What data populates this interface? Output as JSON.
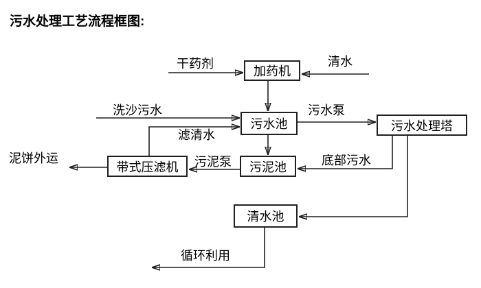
{
  "title": "污水处理工艺流程框图:",
  "nodes": {
    "dosing_machine": "加药机",
    "sewage_pool": "污水池",
    "treatment_tower": "污水处理塔",
    "sludge_pool": "污泥池",
    "belt_filter_press": "带式压滤机",
    "clean_water_pool": "清水池"
  },
  "flow_labels": {
    "dry_agent": "干药剂",
    "clean_water": "清水",
    "sand_wash_sewage": "洗沙污水",
    "sewage_pump": "污水泵",
    "filtered_water": "滤清水",
    "sludge_pump": "污泥泵",
    "bottom_sewage": "底部污水",
    "mud_cake_out": "泥饼外运",
    "recycle": "循环利用"
  },
  "edges": [
    {
      "from": "干药剂",
      "to": "加药机",
      "label": "干药剂"
    },
    {
      "from": "清水",
      "to": "加药机",
      "label": "清水"
    },
    {
      "from": "加药机",
      "to": "污水池",
      "label": ""
    },
    {
      "from": "洗沙污水",
      "to": "污水池",
      "label": "洗沙污水"
    },
    {
      "from": "带式压滤机",
      "to": "污水池",
      "label": "滤清水"
    },
    {
      "from": "污水池",
      "to": "污水处理塔",
      "label": "污水泵"
    },
    {
      "from": "污水池",
      "to": "污泥池",
      "label": ""
    },
    {
      "from": "污水处理塔",
      "to": "污泥池",
      "label": "底部污水"
    },
    {
      "from": "污水处理塔",
      "to": "清水池",
      "label": ""
    },
    {
      "from": "污泥池",
      "to": "带式压滤机",
      "label": "污泥泵"
    },
    {
      "from": "带式压滤机",
      "to": "外运",
      "label": "泥饼外运"
    },
    {
      "from": "清水池",
      "to": "循环利用",
      "label": "循环利用"
    }
  ],
  "colors": {
    "line": "#1f1f1f",
    "text": "#000000",
    "background": "#ffffff"
  }
}
